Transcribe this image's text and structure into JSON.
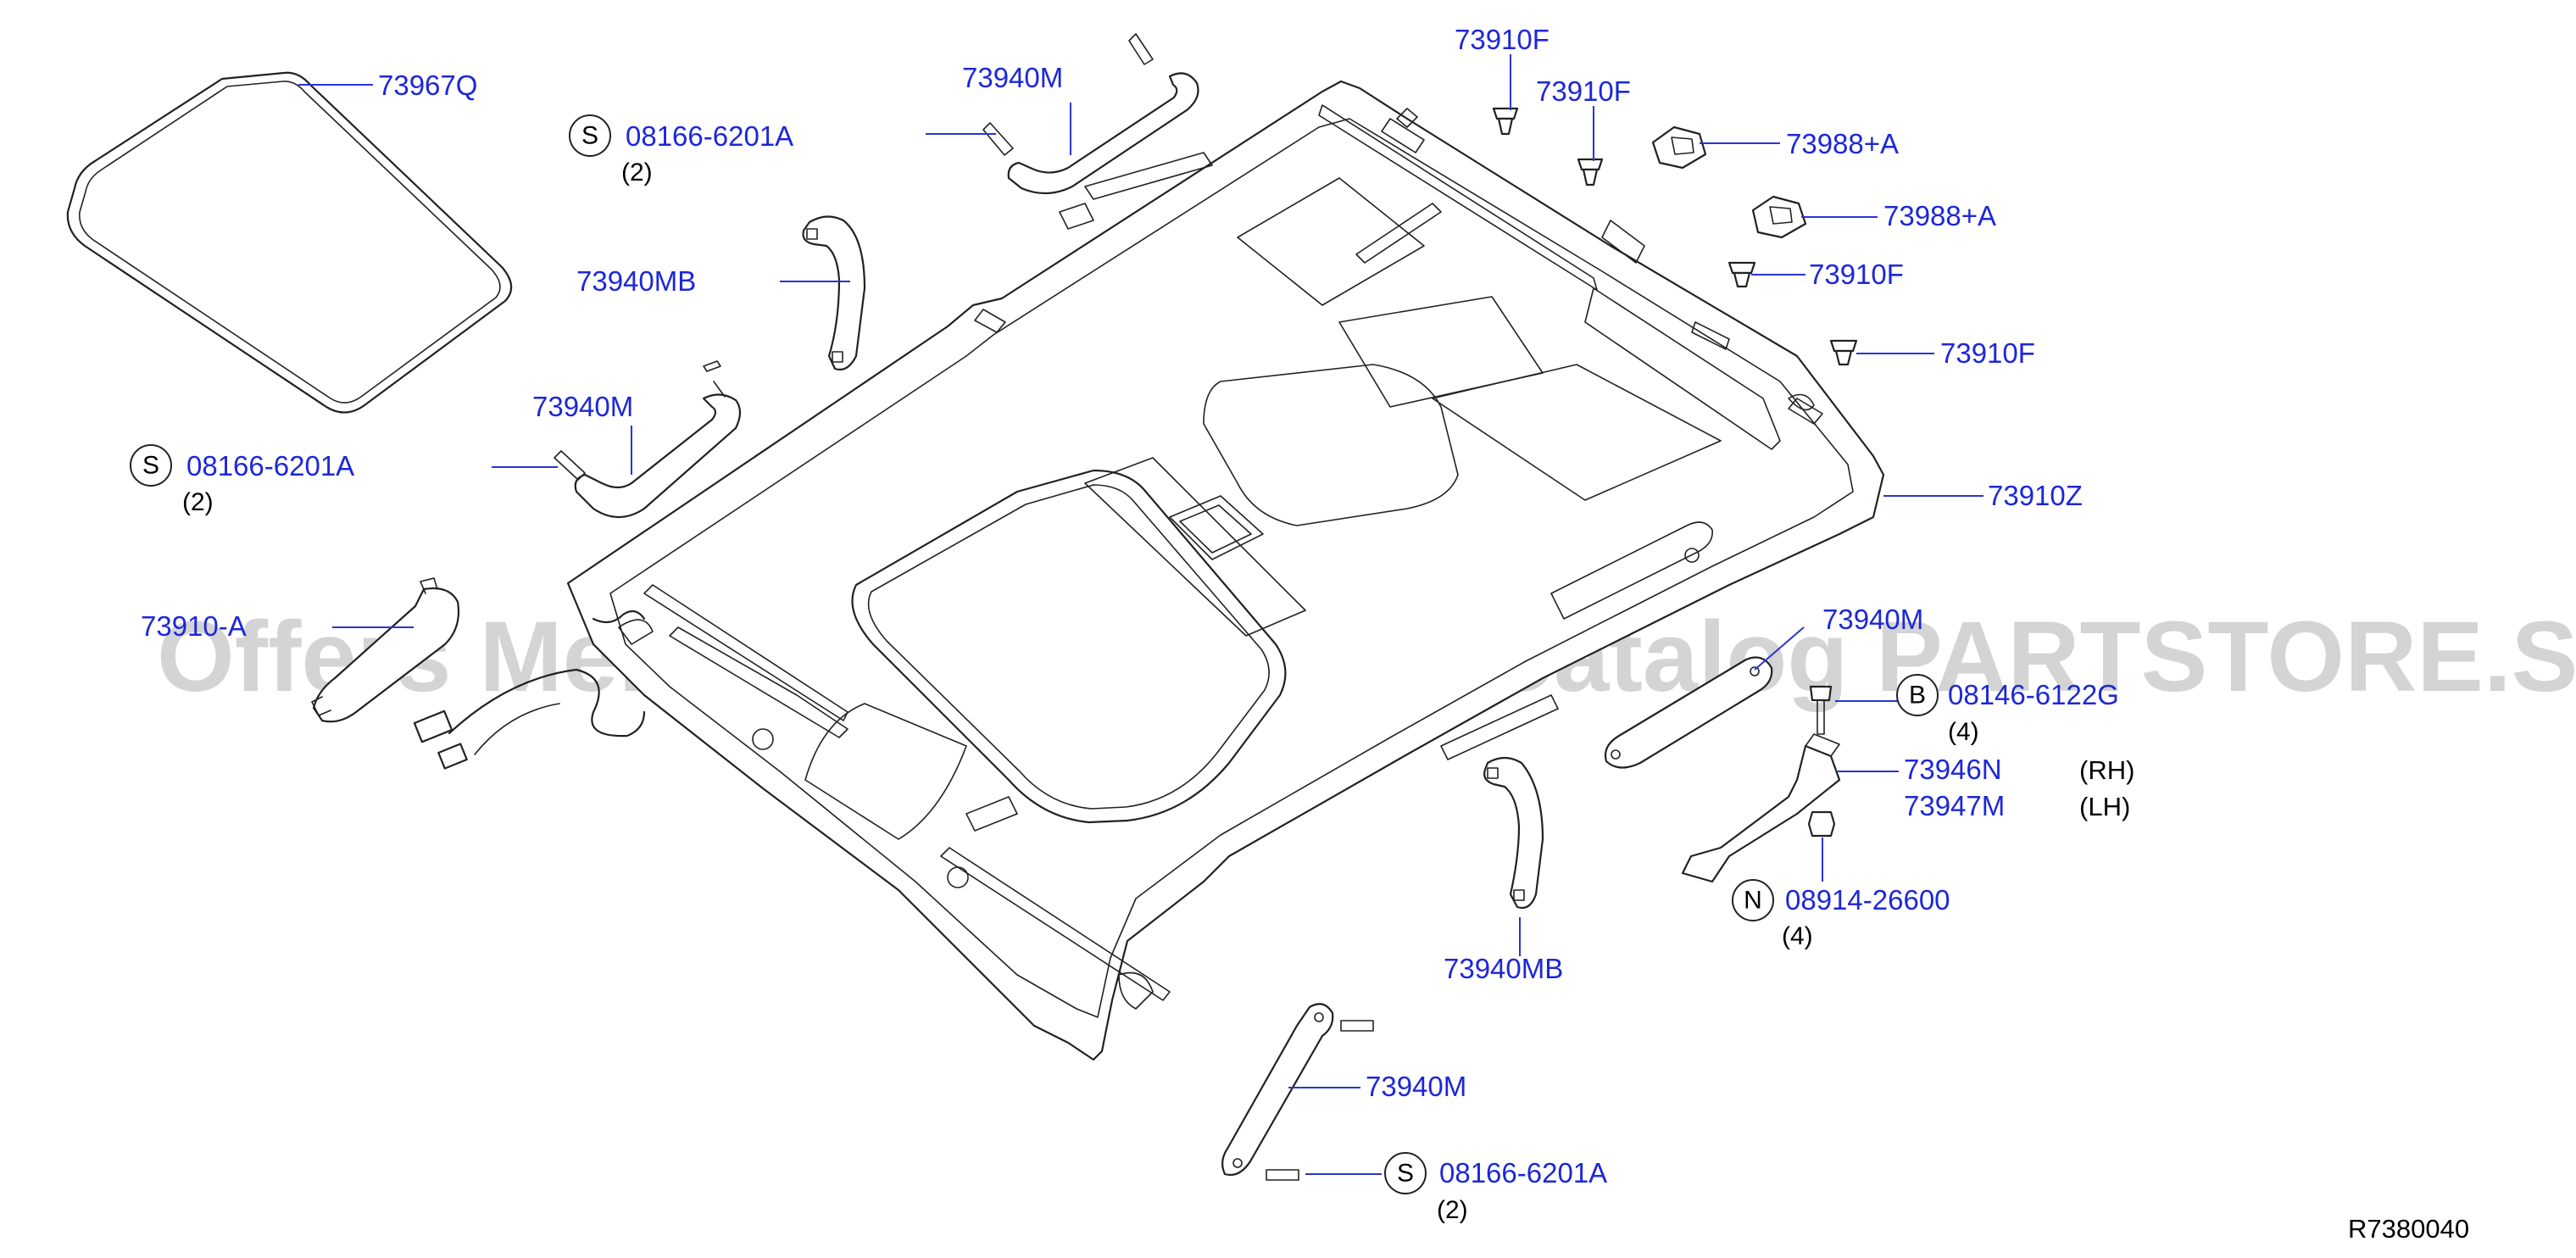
{
  "diagram": {
    "reference_code": "R7380040",
    "watermark": "Offers Merchant Auto Parts Catalog PARTSTORE.SA",
    "callouts": {
      "sunroof_seal": "73967Q",
      "grip_upper_center": "73940M",
      "screw_upper_center": "08166-6201A",
      "screw_upper_center_qty": "(2)",
      "screw_upper_center_mark": "S",
      "grip_rear_left": "73940MB",
      "grip_left": "73940M",
      "screw_left": "08166-6201A",
      "screw_left_qty": "(2)",
      "screw_left_mark": "S",
      "lamp_left": "73910-A",
      "clip_1": "73910F",
      "clip_2": "73910F",
      "clip_3": "73910F",
      "clip_4": "73910F",
      "clip_nut_1": "73988+A",
      "clip_nut_2": "73988+A",
      "headlining": "73910Z",
      "grip_right": "73940M",
      "bolt_right": "08146-6122G",
      "bolt_right_qty": "(4)",
      "bolt_right_mark": "B",
      "bracket_rh": "73946N",
      "bracket_rh_side": "(RH)",
      "bracket_lh": "73947M",
      "bracket_lh_side": "(LH)",
      "nut_right": "08914-26600",
      "nut_right_qty": "(4)",
      "nut_right_mark": "N",
      "grip_rear_right": "73940MB",
      "grip_front": "73940M",
      "screw_front": "08166-6201A",
      "screw_front_qty": "(2)",
      "screw_front_mark": "S"
    }
  }
}
